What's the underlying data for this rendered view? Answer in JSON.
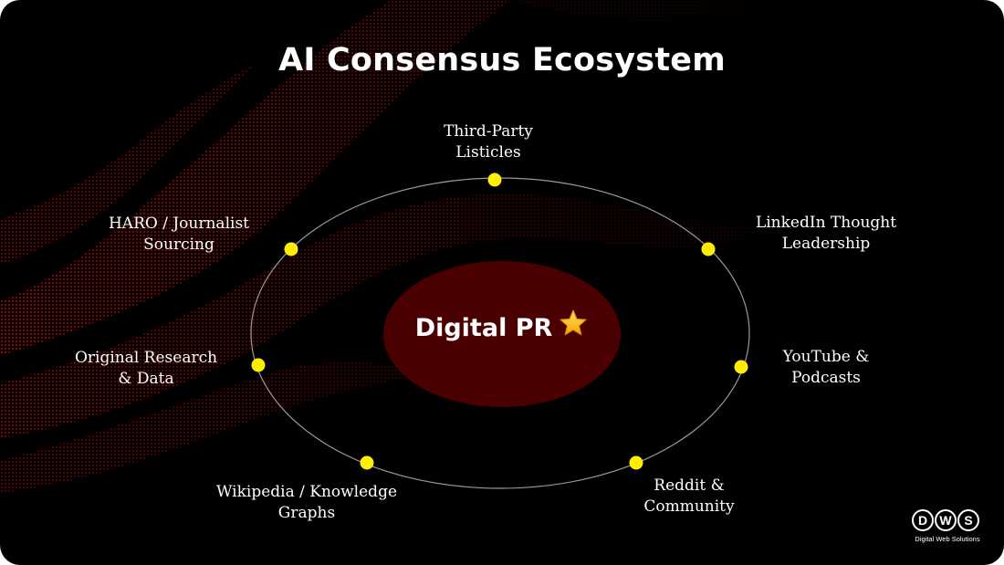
{
  "title": "AI Consensus Ecosystem",
  "center": {
    "label": "Digital PR",
    "icon": "star-icon",
    "fill_color": "#4a0000"
  },
  "orbit": {
    "stroke_color": "#9a9a9a",
    "dot_color": "#ffee00",
    "nodes": [
      {
        "id": "third-party-listicles",
        "label": "Third-Party\nListicles"
      },
      {
        "id": "linkedin-thought-leadership",
        "label": "LinkedIn Thought\nLeadership"
      },
      {
        "id": "youtube-podcasts",
        "label": "YouTube &\nPodcasts"
      },
      {
        "id": "reddit-community",
        "label": "Reddit &\nCommunity"
      },
      {
        "id": "wikipedia-knowledge-graphs",
        "label": "Wikipedia / Knowledge\nGraphs"
      },
      {
        "id": "original-research-data",
        "label": "Original Research\n& Data"
      },
      {
        "id": "haro-journalist-sourcing",
        "label": "HARO / Journalist\nSourcing"
      }
    ]
  },
  "logo": {
    "letters": [
      "D",
      "W",
      "S"
    ],
    "tagline": "Digital Web Solutions"
  },
  "colors": {
    "background": "#000000",
    "accent_red": "#8b0000",
    "text": "#ffffff"
  }
}
